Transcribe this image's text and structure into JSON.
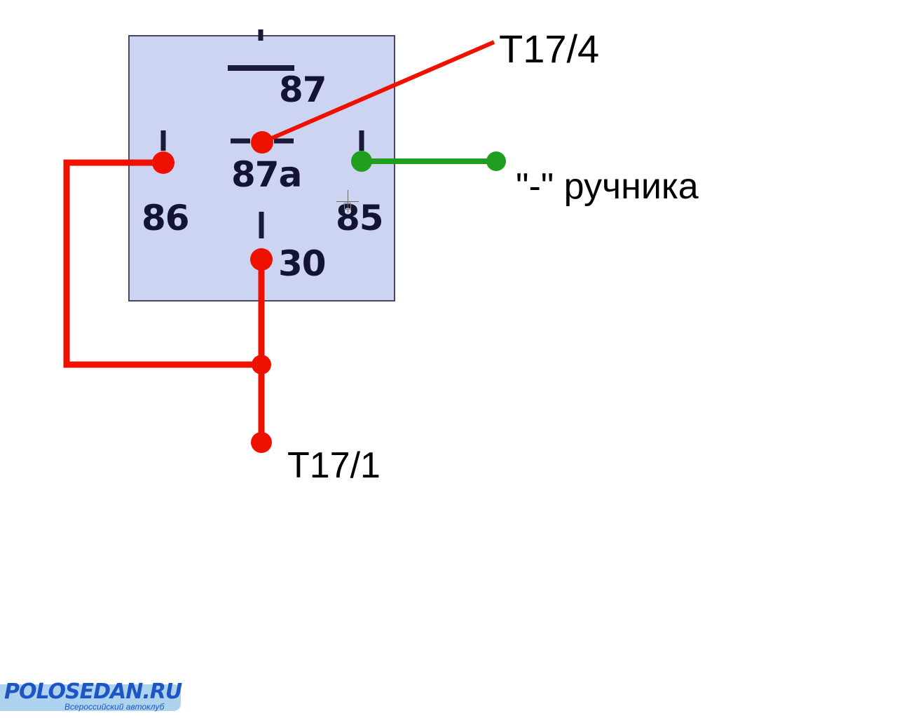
{
  "diagram": {
    "relay": {
      "pins": {
        "p87": "87",
        "p87a": "87a",
        "p86": "86",
        "p85": "85",
        "p30": "30"
      }
    },
    "labels": {
      "t17_4": "T17/4",
      "t17_1": "T17/1",
      "ruchnika": "\"-\" ручника"
    },
    "colors": {
      "wire_red": "#ee1100",
      "wire_green": "#1f9e1f",
      "relay_fill": "#ccd4f1",
      "relay_border": "#46466e",
      "pin_ink": "#141432"
    }
  },
  "footer": {
    "logo": "POLOSEDAN.RU",
    "tagline": "Всероссийский автоклуб"
  }
}
